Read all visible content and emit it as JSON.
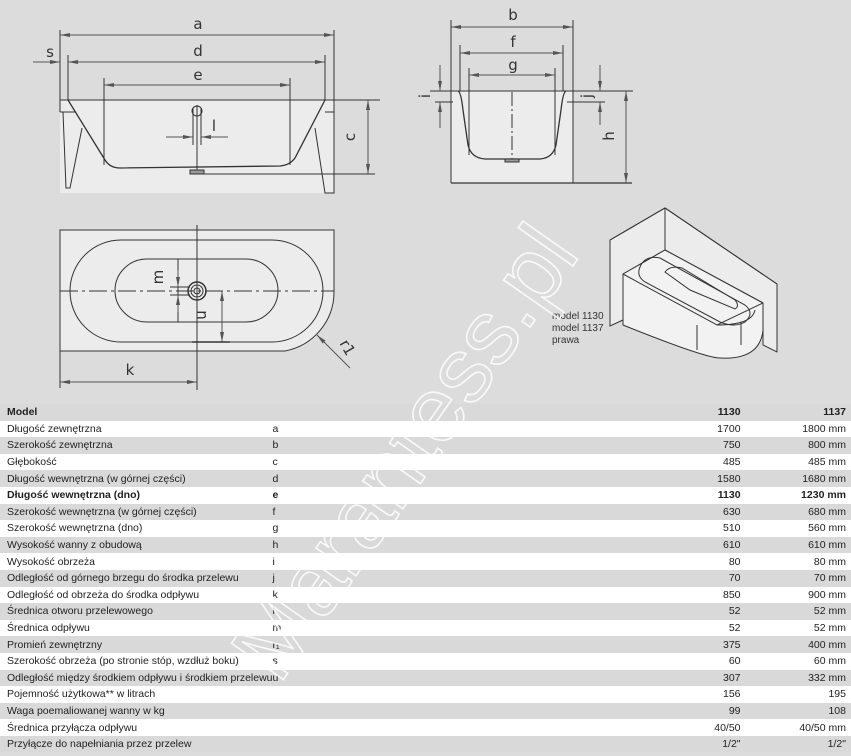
{
  "drawing": {
    "labels": {
      "a": "a",
      "d": "d",
      "e": "e",
      "s": "s",
      "l": "l",
      "c": "c",
      "b": "b",
      "f": "f",
      "g": "g",
      "i": "i",
      "j": "j",
      "h": "h",
      "m": "m",
      "u": "u",
      "k": "k",
      "r1": "r1"
    },
    "iso_caption": [
      "model 1130",
      "model 1137",
      "prawa"
    ]
  },
  "watermark": "Marantess.pl",
  "table": {
    "header": {
      "label": "Model",
      "col1": "1130",
      "col2": "1137"
    },
    "rows": [
      {
        "label": "Długość zewnętrzna",
        "sym": "a",
        "v1": "1700",
        "v2": "1800 mm"
      },
      {
        "label": "Szerokość zewnętrzna",
        "sym": "b",
        "v1": "750",
        "v2": "800 mm"
      },
      {
        "label": "Głębokość",
        "sym": "c",
        "v1": "485",
        "v2": "485 mm"
      },
      {
        "label": "Długość wewnętrzna (w górnej części)",
        "sym": "d",
        "v1": "1580",
        "v2": "1680 mm"
      },
      {
        "label": "Długość wewnętrzna (dno)",
        "sym": "e",
        "v1": "1130",
        "v2": "1230 mm",
        "bold": true
      },
      {
        "label": "Szerokość wewnętrzna (w górnej części)",
        "sym": "f",
        "v1": "630",
        "v2": "680 mm"
      },
      {
        "label": "Szerokość wewnętrzna (dno)",
        "sym": "g",
        "v1": "510",
        "v2": "560 mm"
      },
      {
        "label": "Wysokość wanny z obudową",
        "sym": "h",
        "v1": "610",
        "v2": "610 mm"
      },
      {
        "label": "Wysokość obrzeża",
        "sym": "i",
        "v1": "80",
        "v2": "80 mm"
      },
      {
        "label": "Odległość od górnego brzegu do środka przelewu",
        "sym": "j",
        "v1": "70",
        "v2": "70 mm"
      },
      {
        "label": "Odległość od obrzeża do środka odpływu",
        "sym": "k",
        "v1": "850",
        "v2": "900 mm"
      },
      {
        "label": "Średnica otworu przelewowego",
        "sym": "l",
        "v1": "52",
        "v2": "52 mm"
      },
      {
        "label": "Średnica odpływu",
        "sym": "m",
        "v1": "52",
        "v2": "52 mm"
      },
      {
        "label": "Promień zewnętrzny",
        "sym": "r₁",
        "v1": "375",
        "v2": "400 mm"
      },
      {
        "label": "Szerokość obrzeża (po stronie stóp, wzdłuż boku)",
        "sym": "s",
        "v1": "60",
        "v2": "60 mm"
      },
      {
        "label": "Odległość między środkiem odpływu i środkiem przelewu",
        "sym": "u",
        "v1": "307",
        "v2": "332 mm"
      },
      {
        "label": "Pojemność użytkowa** w litrach",
        "sym": "",
        "v1": "156",
        "v2": "195"
      },
      {
        "label": "Waga poemaliowanej wanny w kg",
        "sym": "",
        "v1": "99",
        "v2": "108"
      },
      {
        "label": "Średnica przyłącza odpływu",
        "sym": "",
        "v1": "40/50",
        "v2": "40/50 mm"
      },
      {
        "label": "Przyłącze do napełniania przez przelew",
        "sym": "",
        "v1": "1/2\"",
        "v2": "1/2\""
      }
    ]
  }
}
